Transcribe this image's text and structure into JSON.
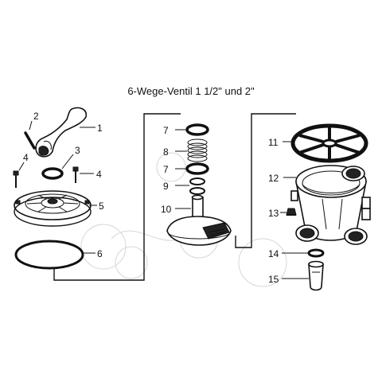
{
  "title": "6-Wege-Ventil 1 1/2\" und 2\"",
  "labels": {
    "p1": "1",
    "p2": "2",
    "p3": "3",
    "p4a": "4",
    "p4b": "4",
    "p5": "5",
    "p6": "6",
    "p7a": "7",
    "p8": "8",
    "p7b": "7",
    "p9": "9",
    "p10": "10",
    "p11": "11",
    "p12": "12",
    "p13": "13",
    "p14": "14",
    "p15": "15"
  },
  "icons": {
    "handle": "lever-handle-icon",
    "pin": "pin-icon",
    "screw": "screw-icon",
    "cover": "valve-cover-icon",
    "oring": "o-ring-icon",
    "spring": "spring-icon",
    "rotor": "rotor-icon",
    "spider": "spider-gasket-icon",
    "body": "valve-body-icon",
    "plug": "drain-plug-icon",
    "gauge": "sight-glass-icon"
  }
}
